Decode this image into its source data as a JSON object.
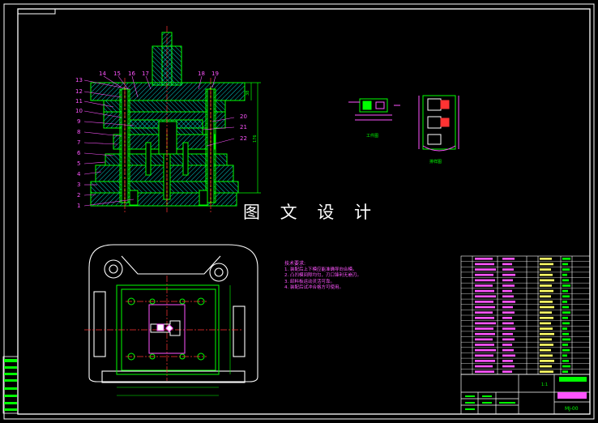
{
  "watermark": "图 文 设 计",
  "title_block": {
    "drawing_number": "MJ-00",
    "scale_note": "1:1"
  },
  "main_view": {
    "callouts_left": [
      "13",
      "12",
      "11",
      "10",
      "9",
      "8",
      "7",
      "6",
      "5",
      "4",
      "3",
      "2",
      "1"
    ],
    "callouts_top": [
      "14",
      "15",
      "16",
      "17",
      "18",
      "19"
    ],
    "callouts_right": [
      "20",
      "21",
      "22"
    ],
    "dim_height": "176",
    "dim_top": "38"
  },
  "part_views": {
    "left_caption": "工件图",
    "right_caption": "排样图"
  },
  "notes": {
    "title": "技术要求:",
    "items": [
      "1. 装配后上下模应能准确导向合模。",
      "2. 凸凹模间隙均匀，刃口锋利无崩刃。",
      "3. 卸料板运动灵活可靠。",
      "4. 装配后试冲合格方可使用。"
    ]
  },
  "colors": {
    "background": "#000000",
    "frame": "#ffffff",
    "outline": "#00ff00",
    "hatch": "#00ffff",
    "center": "#ff3333",
    "dimension": "#ff55ff",
    "hidden": "#ffff00"
  }
}
